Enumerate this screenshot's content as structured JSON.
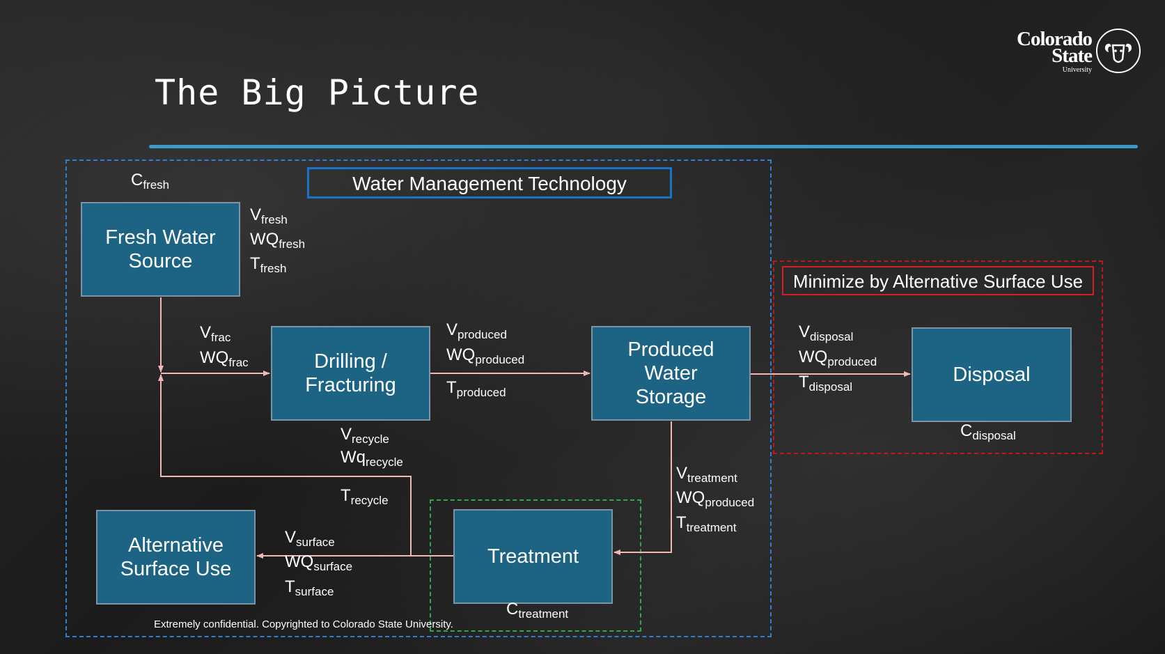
{
  "slide": {
    "title": "The Big Picture",
    "footer": "Extremely confidential. Copyrighted to Colorado State University.",
    "logo": {
      "line1": "Colorado",
      "line2": "State",
      "line3": "University",
      "emblem": "ram-head-icon"
    }
  },
  "colors": {
    "box_fill": "#1c6384",
    "arrow": "#f2b8b8",
    "title_rule": "#3fa6d9",
    "region_technology": "#2f7fd0",
    "region_minimize": "#c0161c",
    "region_treatment": "#2ea84a"
  },
  "regions": {
    "technology_label": "Water Management Technology",
    "minimize_label": "Minimize by Alternative Surface Use"
  },
  "nodes": {
    "fresh": "Fresh Water\nSource",
    "drilling": "Drilling /\nFracturing",
    "produced": "Produced\nWater\nStorage",
    "disposal": "Disposal",
    "treatment": "Treatment",
    "alternative": "Alternative\nSurface Use"
  },
  "labels": {
    "c_fresh": {
      "base": "C",
      "sub": "fresh"
    },
    "v_fresh": {
      "base": "V",
      "sub": "fresh"
    },
    "wq_fresh": {
      "base": "WQ",
      "sub": "fresh"
    },
    "t_fresh": {
      "base": "T",
      "sub": "fresh"
    },
    "v_frac": {
      "base": "V",
      "sub": "frac"
    },
    "wq_frac": {
      "base": "WQ",
      "sub": "frac"
    },
    "v_produced": {
      "base": "V",
      "sub": "produced"
    },
    "wq_produced": {
      "base": "WQ",
      "sub": "produced"
    },
    "t_produced": {
      "base": "T",
      "sub": "produced"
    },
    "v_disposal": {
      "base": "V",
      "sub": "disposal"
    },
    "wq_disposal": {
      "base": "WQ",
      "sub": "produced"
    },
    "t_disposal": {
      "base": "T",
      "sub": "disposal"
    },
    "c_disposal": {
      "base": "C",
      "sub": "disposal"
    },
    "v_recycle": {
      "base": "V",
      "sub": "recycle"
    },
    "wq_recycle": {
      "base": "Wq",
      "sub": "recycle"
    },
    "t_recycle": {
      "base": "T",
      "sub": "recycle"
    },
    "v_treatment": {
      "base": "V",
      "sub": "treatment"
    },
    "wq_treatment": {
      "base": "WQ",
      "sub": "produced"
    },
    "t_treatment": {
      "base": "T",
      "sub": "treatment"
    },
    "v_surface": {
      "base": "V",
      "sub": "surface"
    },
    "wq_surface": {
      "base": "WQ",
      "sub": "surface"
    },
    "t_surface": {
      "base": "T",
      "sub": "surface"
    },
    "c_treatment": {
      "base": "C",
      "sub": "treatment"
    }
  }
}
